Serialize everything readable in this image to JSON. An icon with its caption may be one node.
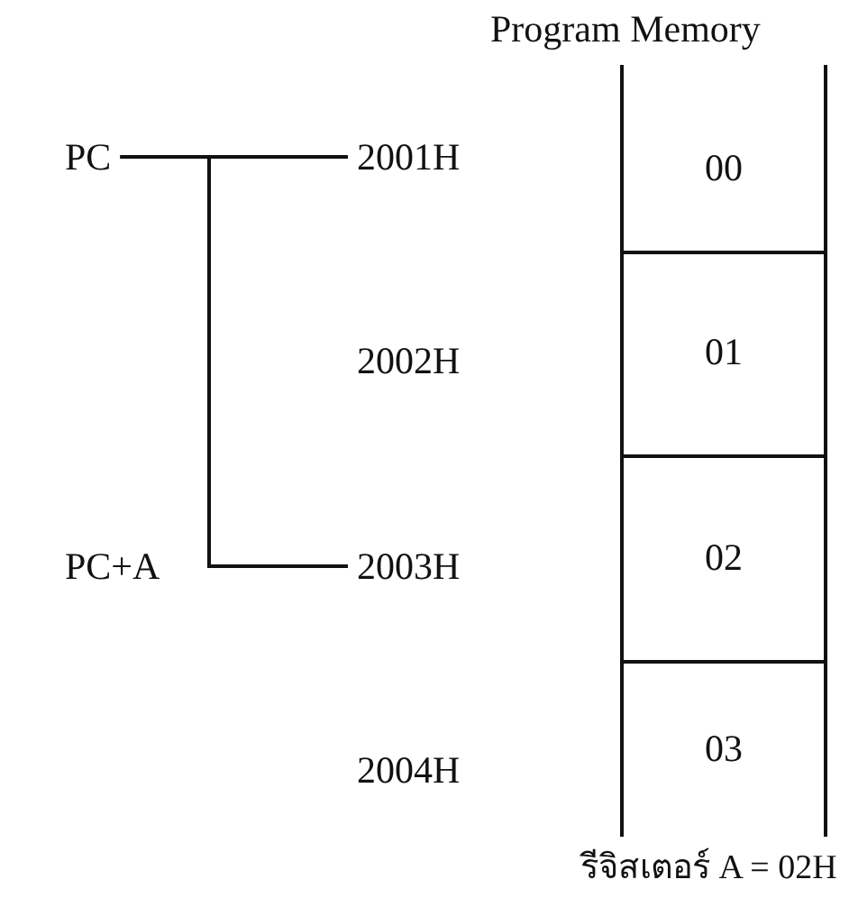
{
  "diagram": {
    "nodes": [
      {
        "text": [
          "PC"
        ]
      },
      {
        "text": [
          "2001H"
        ]
      },
      {
        "text": [
          "2003H"
        ]
      },
      {
        "text": [
          "00"
        ]
      },
      {
        "text": [
          "01"
        ]
      },
      {
        "text": [
          "02"
        ]
      },
      {
        "text": [
          "03"
        ]
      }
    ],
    "edges": [
      {
        "from": 0,
        "to": 1,
        "arrow": "none"
      },
      {
        "from": 0,
        "to": 2,
        "arrow": "none"
      }
    ],
    "labels": [
      "Program Memory",
      "2002H",
      "PC+A",
      "2004H",
      "รีจิสเตอร์ A = 02H"
    ]
  }
}
